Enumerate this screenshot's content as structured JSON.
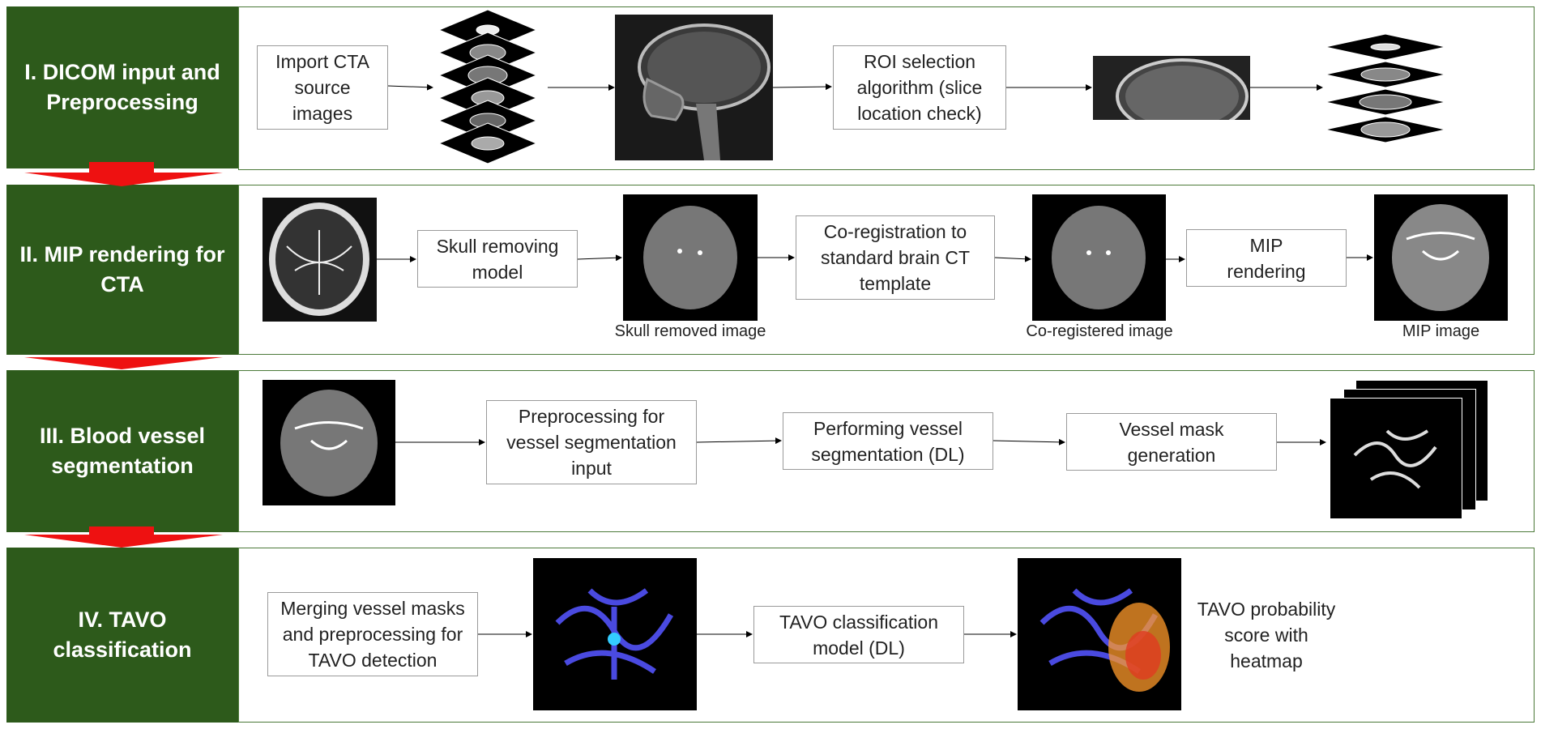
{
  "stages": [
    {
      "label": "I. DICOM input and\nPreprocessing"
    },
    {
      "label": "II. MIP rendering for\nCTA"
    },
    {
      "label": "III. Blood vessel\nsegmentation"
    },
    {
      "label": "IV. TAVO\nclassification"
    }
  ],
  "stage1": {
    "import_label": "Import CTA\nsource\nimages",
    "roi_label": "ROI selection\nalgorithm (slice\nlocation check)"
  },
  "stage2": {
    "skull_label": "Skull removing\nmodel",
    "coreg_label": "Co-registration to\nstandard brain CT\ntemplate",
    "mip_label": "MIP\nrendering",
    "cap_skull": "Skull removed image",
    "cap_coreg": "Co-registered image",
    "cap_mip": "MIP image"
  },
  "stage3": {
    "pre_label": "Preprocessing for\nvessel segmentation\ninput",
    "seg_label": "Performing vessel\nsegmentation (DL)",
    "mask_label": "Vessel mask\ngeneration"
  },
  "stage4": {
    "merge_label": "Merging vessel masks\nand preprocessing for\nTAVO detection",
    "cls_label": "TAVO classification\nmodel (DL)",
    "score_label": "TAVO probability\nscore with\nheatmap"
  },
  "colors": {
    "stage_bg": "#2d5a1b",
    "border": "#4c7a3a",
    "arrow_red": "#ee1111"
  }
}
